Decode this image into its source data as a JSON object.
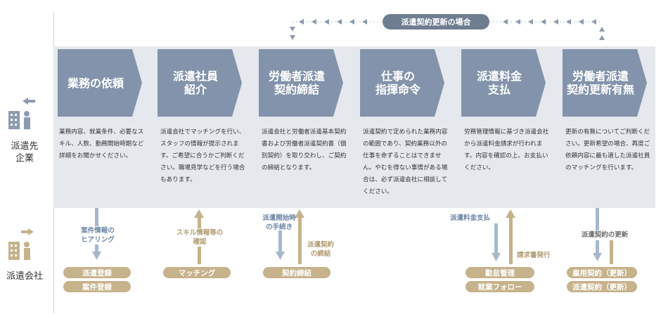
{
  "renewal_label": "派遣契約更新の場合",
  "side_labels": {
    "client": "派遣先\n企業",
    "agency": "派遣会社"
  },
  "steps": [
    {
      "title": "業務の依頼",
      "description": "業務内容、就業条件、必要なスキル、人数、勤務開始時期など詳細をお聞かせください。"
    },
    {
      "title": "派遣社員\n紹介",
      "description": "派遣会社でマッチングを行い、スタッフの情報が提示されます。ご希望に合うかご判断ください。職場見学などを行う場合もあります。"
    },
    {
      "title": "労働者派遣\n契約締結",
      "description": "派遣会社と労働者派遣基本契約書および労働者派遣契約書（個別契約）を取り交わし、ご契約の締結となります。"
    },
    {
      "title": "仕事の\n指揮命令",
      "description": "派遣契約で定められた業務内容の範囲であり、契約業務以外の仕事を命ずることはできません。やむを得ない事情がある場合は、必ず派遣会社に相談してください。"
    },
    {
      "title": "派遣料金\n支払",
      "description": "労務管理情報に基づき派遣会社から派遣料金請求が行われます。内容を確認の上、お支払いください。"
    },
    {
      "title": "労働者派遣\n契約更新有無",
      "description": "更新の有無についてご判断ください。更新希望の場合、再度ご依頼内容に最も適した派遣社員のマッチングを行います。"
    }
  ],
  "flows": {
    "hearing": "案件情報の\nヒアリング",
    "skill_check": "スキル情報等の\n確認",
    "start_procedure": "派遣開始時\nの手続き",
    "contract_sign": "派遣契約\nの締結",
    "fee_payment": "派遣料金支払",
    "invoice": "請求書発行",
    "renewal": "派遣契約の更新"
  },
  "pills": {
    "col1": [
      "派遣登録",
      "案件登録"
    ],
    "col2": [
      "マッチング"
    ],
    "col3": [
      "契約締結"
    ],
    "col5": [
      "勤怠管理",
      "就業フォロー"
    ],
    "col6": [
      "雇用契約（更新）",
      "派遣契約（更新）"
    ]
  },
  "colors": {
    "step": "#8293ab",
    "band": "#e5e8ed",
    "blue_arrow": "#a7b8cc",
    "tan": "#c6b28b",
    "pill_dark": "#6f7d90"
  }
}
